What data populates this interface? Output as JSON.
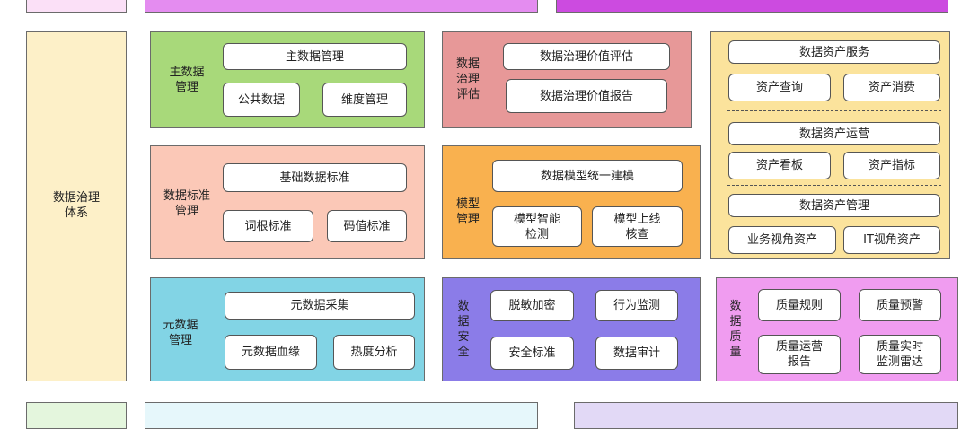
{
  "colors": {
    "pink_light": "#fbe0f7",
    "violet": "#e48cf0",
    "magenta": "#cc4be0",
    "beige": "#fdf0c8",
    "green": "#a8d97a",
    "red": "#e79898",
    "yellow": "#fbe39c",
    "salmon": "#fbc8b7",
    "orange": "#f9b14f",
    "cyan": "#82d4e5",
    "purple": "#8b7ce8",
    "orchid": "#f09cf0",
    "mint": "#e4f6dd",
    "ice": "#e6f7fb",
    "lavender": "#e2d9f6"
  },
  "system": {
    "label": "数据治理\n体系"
  },
  "master": {
    "label": "主数据\n管理",
    "title": "主数据管理",
    "items": [
      "公共数据",
      "维度管理"
    ]
  },
  "value": {
    "label": "数据\n治理\n评估",
    "items": [
      "数据治理价值评估",
      "数据治理价值报告"
    ]
  },
  "asset": {
    "service": {
      "title": "数据资产服务",
      "items": [
        "资产查询",
        "资产消费"
      ]
    },
    "operation": {
      "title": "数据资产运营",
      "items": [
        "资产看板",
        "资产指标"
      ]
    },
    "management": {
      "title": "数据资产管理",
      "items": [
        "业务视角资产",
        "IT视角资产"
      ]
    }
  },
  "standard": {
    "label": "数据标准\n管理",
    "title": "基础数据标准",
    "items": [
      "词根标准",
      "码值标准"
    ]
  },
  "model": {
    "label": "模型\n管理",
    "title": "数据模型统一建模",
    "items": [
      "模型智能\n检测",
      "模型上线\n核查"
    ]
  },
  "metadata": {
    "label": "元数据\n管理",
    "title": "元数据采集",
    "items": [
      "元数据血缘",
      "热度分析"
    ]
  },
  "security": {
    "label": "数\n据\n安\n全",
    "items": [
      "脱敏加密",
      "行为监测",
      "安全标准",
      "数据审计"
    ]
  },
  "quality": {
    "label": "数\n据\n质\n量",
    "items": [
      "质量规则",
      "质量预警",
      "质量运营\n报告",
      "质量实时\n监测雷达"
    ]
  }
}
